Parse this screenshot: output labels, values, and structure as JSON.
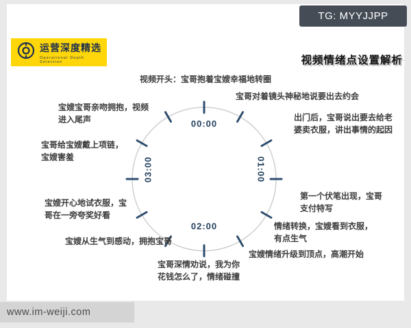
{
  "badge": {
    "text": "TG: MYYJJPP"
  },
  "logo": {
    "title": "运营深度精选",
    "subtitle": "Operational Depth Selection"
  },
  "header": {
    "title": "视频情绪点设置解析"
  },
  "clock": {
    "labels": {
      "top": "00:00",
      "right": "01:00",
      "bottom": "02:00",
      "left": "03:00"
    }
  },
  "annotations": [
    {
      "text": "视频开头：宝哥抱着宝嫂幸福地转圈"
    },
    {
      "text": "宝哥对着镜头神秘地说要出去约会"
    },
    {
      "text": "出门后，宝哥说出要去给老\n婆卖衣服，讲出事情的起因"
    },
    {
      "text": "第一个伏笔出现，宝哥\n支付特写"
    },
    {
      "text": "情绪转换，宝嫂看到衣服，\n有点生气"
    },
    {
      "text": "宝嫂情绪升级到顶点，高潮开始"
    },
    {
      "text": "宝哥深情劝说，我为你\n花钱怎么了，情绪碰撞"
    },
    {
      "text": "宝嫂从生气到感动，拥抱宝哥"
    },
    {
      "text": "宝嫂开心地试衣服，宝\n哥在一旁夸奖好看"
    },
    {
      "text": "宝哥给宝嫂戴上项链，\n宝嫂害羞"
    },
    {
      "text": "宝嫂宝哥亲吻拥抱，视频\n进入尾声"
    }
  ],
  "watermark": {
    "text": "www.im-weiji.com"
  },
  "colors": {
    "accent_yellow": "#ffd60a",
    "tick_navy": "#2e4d6e",
    "badge_bg": "#454c56"
  }
}
